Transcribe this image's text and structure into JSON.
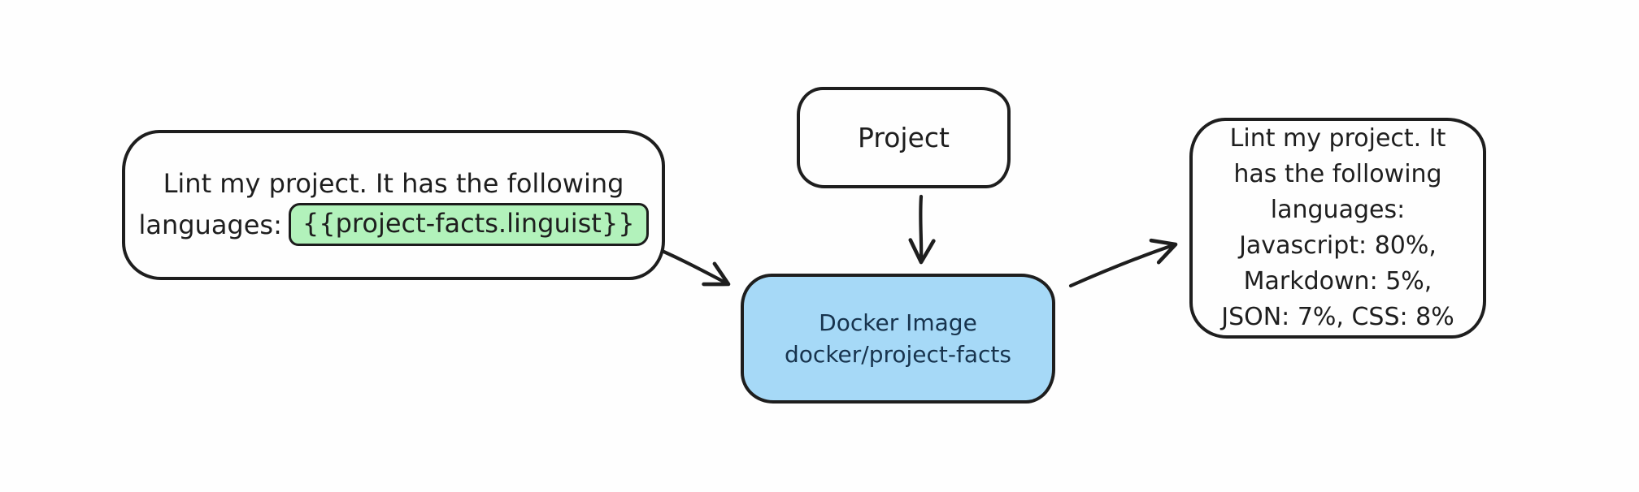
{
  "diagram": {
    "background": "#fefefe",
    "stroke_color": "#1e1e1e",
    "nodes": {
      "prompt": {
        "line1": "Lint my project. It has the following",
        "line2_prefix": "languages:",
        "code_chip": "{{project-facts.linguist}}",
        "chip_fill": "#b2f2bb"
      },
      "project": {
        "label": "Project"
      },
      "docker": {
        "line1": "Docker Image",
        "line2": "docker/project-facts",
        "fill": "#a6d9f7",
        "text_color": "#17334d"
      },
      "result": {
        "lines": [
          "Lint my project. It",
          "has the following",
          "languages:",
          "Javascript: 80%,",
          "Markdown: 5%,",
          "JSON: 7%, CSS: 8%"
        ]
      }
    },
    "edges": [
      {
        "from": "prompt",
        "to": "docker"
      },
      {
        "from": "project",
        "to": "docker"
      },
      {
        "from": "docker",
        "to": "result"
      }
    ]
  }
}
